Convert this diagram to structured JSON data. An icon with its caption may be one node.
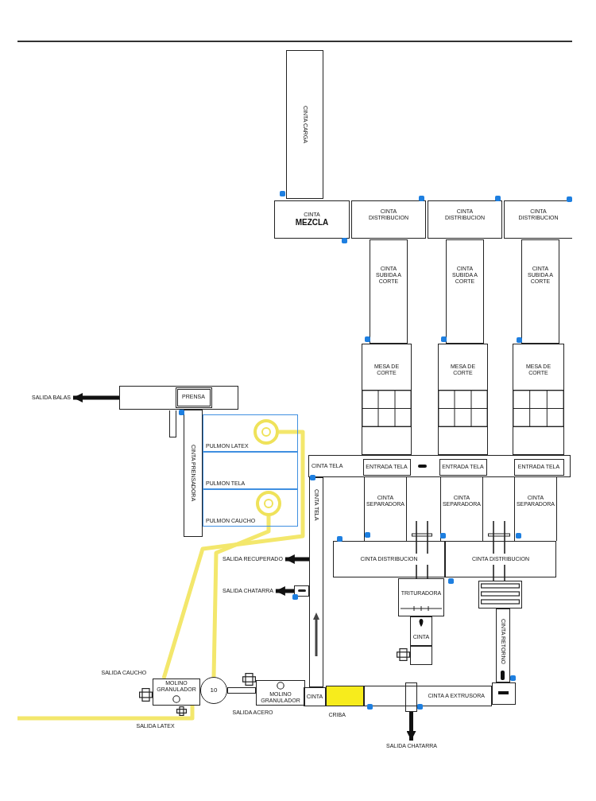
{
  "diagram": {
    "nodes": [
      {
        "text": [
          "CINTA CARGA"
        ]
      },
      {
        "text": [
          "CINTA",
          "MEZCLA"
        ]
      },
      {
        "text": [
          "CINTA DISTRIBUCION"
        ]
      },
      {
        "text": [
          "CINTA DISTRIBUCION"
        ]
      },
      {
        "text": [
          "CINTA DISTRIBUCION"
        ]
      },
      {
        "text": [
          "CINTA SUBIDA A CORTE"
        ]
      },
      {
        "text": [
          "CINTA SUBIDA A CORTE"
        ]
      },
      {
        "text": [
          "CINTA SUBIDA A CORTE"
        ]
      },
      {
        "text": [
          "MESA DE CORTE"
        ]
      },
      {
        "text": [
          "MESA DE CORTE"
        ]
      },
      {
        "text": [
          "MESA DE CORTE"
        ]
      },
      {
        "text": [
          "SALIDA BALAS"
        ]
      },
      {
        "text": [],
        "shape": "box"
      },
      {
        "text": [
          "PRENSA"
        ],
        "in": 12
      },
      {
        "text": [
          "CINTA PRENSADORA"
        ]
      },
      {
        "text": [
          "PULMON LATEX"
        ]
      },
      {
        "text": [],
        "shape": "circle",
        "in": 15
      },
      {
        "text": [
          "PULMON TELA"
        ]
      },
      {
        "text": [
          "PULMON CAUCHO"
        ]
      },
      {
        "text": [],
        "shape": "circle",
        "in": 18
      },
      {
        "text": [
          "CINTA TELA"
        ]
      },
      {
        "text": [
          "ENTRADA TELA"
        ],
        "in": 20
      },
      {
        "text": [
          "ENTRADA TELA"
        ],
        "in": 20
      },
      {
        "text": [
          "ENTRADA TELA"
        ],
        "in": 20
      },
      {
        "text": [
          "CINTA SEPARADORA"
        ]
      },
      {
        "text": [
          "CINTA SEPARADORA"
        ]
      },
      {
        "text": [
          "CINTA SEPARADORA"
        ]
      },
      {
        "text": [
          "CINTA TELA"
        ]
      },
      {
        "text": [
          "SALIDA RECUPERADO"
        ]
      },
      {
        "text": [
          "CINTA DISTRIBUCION"
        ]
      },
      {
        "text": [
          "CINTA DISTRIBUCION"
        ]
      },
      {
        "text": [
          "SALIDA CHATARRA"
        ]
      },
      {
        "text": [],
        "shape": "box"
      },
      {
        "text": [
          "TRITURADORA"
        ]
      },
      {
        "text": [],
        "shape": "box"
      },
      {
        "text": [
          "CINTA"
        ]
      },
      {
        "text": [
          "CINTA RETORNO"
        ]
      },
      {
        "text": [],
        "shape": "box"
      },
      {
        "text": [
          "MOLINO GRANULADOR"
        ],
        "beside": [
          "SALIDA CAUCHO",
          "SALIDA LATEX"
        ]
      },
      {
        "text": [
          "10"
        ]
      },
      {
        "text": [
          "MOLINO GRANULADOR"
        ],
        "beside": [
          "SALIDA ACERO"
        ]
      },
      {
        "text": [
          "CINTA"
        ]
      },
      {
        "text": [],
        "shape": "box",
        "beside": [
          "CRIBA"
        ]
      },
      {
        "text": [
          "CINTA A EXTRUSORA"
        ]
      },
      {
        "text": [],
        "shape": "box"
      },
      {
        "text": [],
        "shape": "box"
      },
      {
        "text": [
          "SALIDA CHATARRA"
        ]
      },
      {
        "text": [],
        "shape": "box"
      }
    ],
    "edges": [
      {
        "from": 12,
        "to": 11,
        "arrow": "to"
      },
      {
        "from": 27,
        "to": 28,
        "arrow": "to"
      },
      {
        "from": 32,
        "to": 31,
        "arrow": "to"
      },
      {
        "from": 44,
        "to": 46,
        "arrow": "to"
      },
      {
        "from": 38,
        "to": 16,
        "arrow": "none",
        "color": "#f3e76c"
      },
      {
        "from": 39,
        "to": 19,
        "arrow": "none",
        "color": "#f3e76c"
      },
      {
        "from": null,
        "to": 38,
        "arrow": "none",
        "color": "#f3e76c"
      }
    ]
  }
}
